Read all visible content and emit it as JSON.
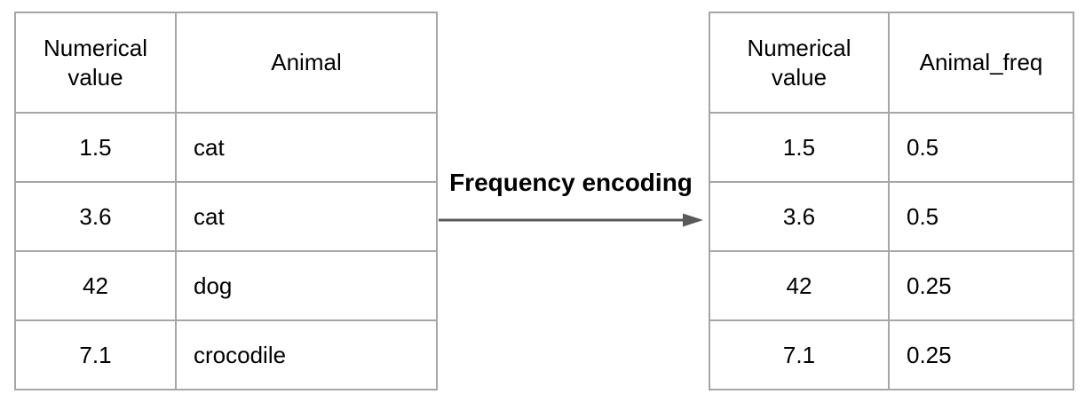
{
  "diagram": {
    "arrow_label": "Frequency encoding"
  },
  "left_table": {
    "headers": [
      "Numerical value",
      "Animal"
    ],
    "rows": [
      [
        "1.5",
        "cat"
      ],
      [
        "3.6",
        "cat"
      ],
      [
        "42",
        "dog"
      ],
      [
        "7.1",
        "crocodile"
      ]
    ]
  },
  "right_table": {
    "headers": [
      "Numerical value",
      "Animal_freq"
    ],
    "rows": [
      [
        "1.5",
        "0.5"
      ],
      [
        "3.6",
        "0.5"
      ],
      [
        "42",
        "0.25"
      ],
      [
        "7.1",
        "0.25"
      ]
    ]
  },
  "colors": {
    "table_border": "#a6a6a6",
    "arrow": "#595959",
    "text": "#000000",
    "background": "#ffffff"
  }
}
